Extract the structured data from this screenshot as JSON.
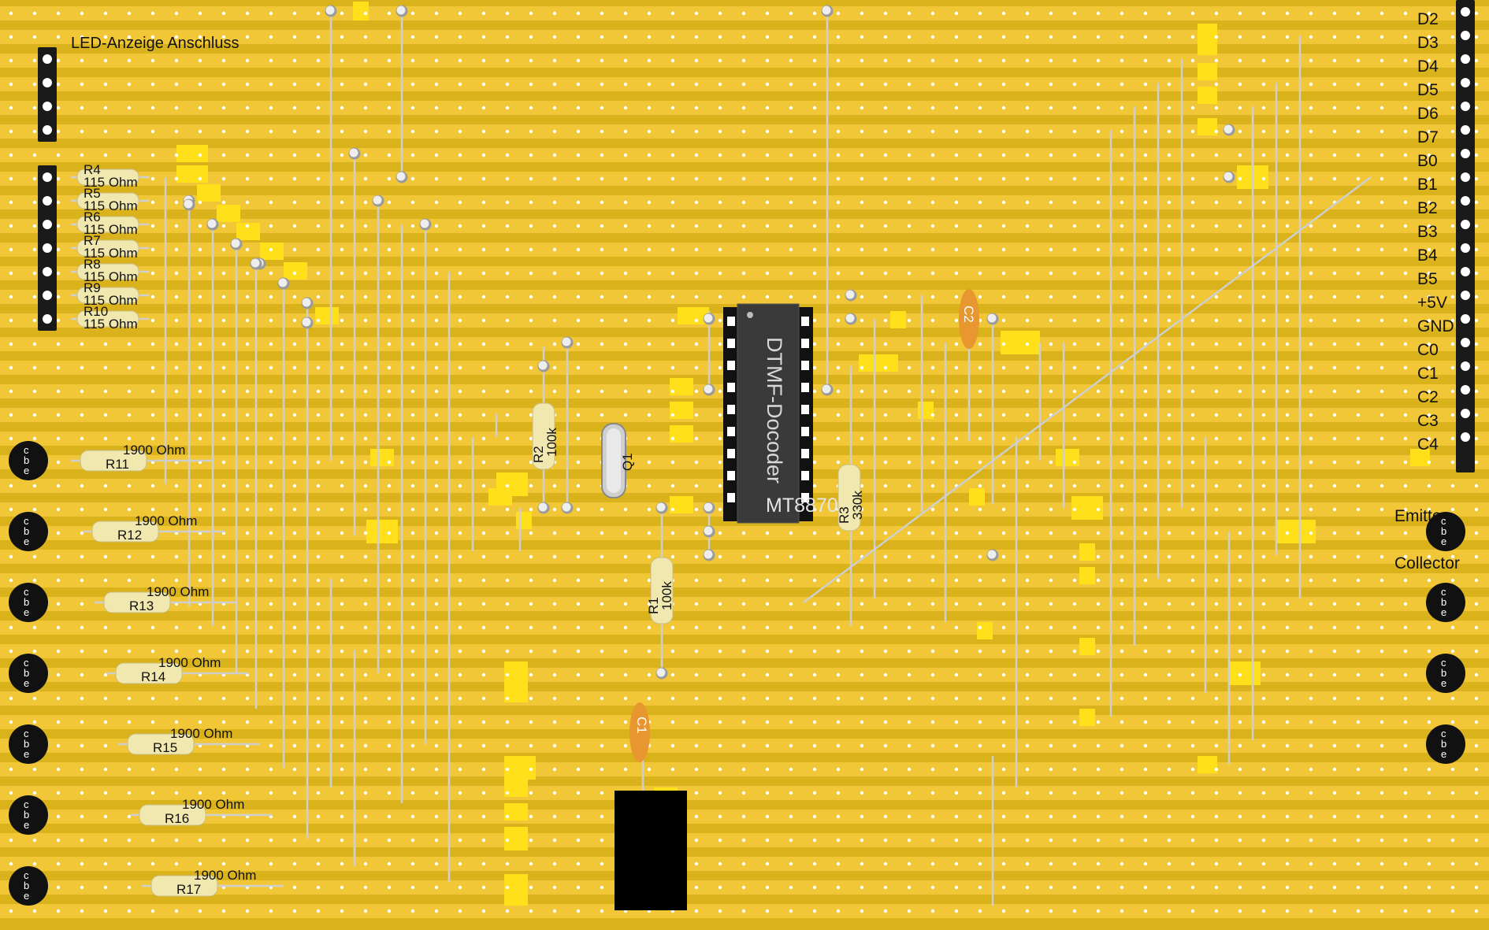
{
  "board": {
    "title": "LED-Anzeige Anschluss",
    "chip": {
      "name": "DTMF-Docoder",
      "part": "MT8870"
    },
    "crystal": "Q1",
    "connector_pins": [
      "D2",
      "D3",
      "D4",
      "D5",
      "D6",
      "D7",
      "B0",
      "B1",
      "B2",
      "B3",
      "B4",
      "B5",
      "+5V",
      "GND",
      "C0",
      "C1",
      "C2",
      "C3",
      "C4"
    ],
    "transistor_labels": {
      "emitter": "Emitter",
      "collector": "Collector"
    },
    "transistor_pins": [
      "c",
      "b",
      "e"
    ],
    "led_resistors": [
      {
        "name": "R4",
        "value": "115 Ohm"
      },
      {
        "name": "R5",
        "value": "115 Ohm"
      },
      {
        "name": "R6",
        "value": "115 Ohm"
      },
      {
        "name": "R7",
        "value": "115 Ohm"
      },
      {
        "name": "R8",
        "value": "115 Ohm"
      },
      {
        "name": "R9",
        "value": "115 Ohm"
      },
      {
        "name": "R10",
        "value": "115 Ohm"
      }
    ],
    "base_resistors": [
      {
        "name": "R11",
        "value": "1900 Ohm"
      },
      {
        "name": "R12",
        "value": "1900 Ohm"
      },
      {
        "name": "R13",
        "value": "1900 Ohm"
      },
      {
        "name": "R14",
        "value": "1900 Ohm"
      },
      {
        "name": "R15",
        "value": "1900 Ohm"
      },
      {
        "name": "R16",
        "value": "1900 Ohm"
      },
      {
        "name": "R17",
        "value": "1900 Ohm"
      }
    ],
    "r1": {
      "name": "R1",
      "value": "100k"
    },
    "r2": {
      "name": "R2",
      "value": "100k"
    },
    "r3": {
      "name": "R3",
      "value": "330k"
    },
    "c1": "C1",
    "c2": "C2"
  },
  "colors": {
    "board": "#d9b21c",
    "strip": "#f2c737",
    "highlight": "#ffe01a",
    "hole": "#ffffff",
    "wire": "#cfcfcf",
    "chip": "#3a3a3a",
    "resistor": "#f1e8b0",
    "capacitor": "#e8962f"
  }
}
